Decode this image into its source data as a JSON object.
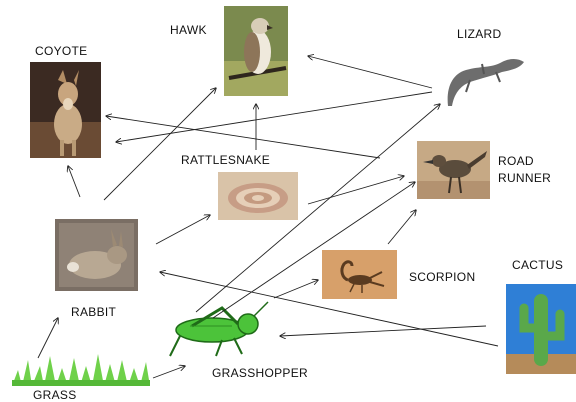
{
  "labels": {
    "coyote": "COYOTE",
    "hawk": "HAWK",
    "lizard": "LIZARD",
    "rattlesnake": "RATTLESNAKE",
    "road_runner_1": "ROAD",
    "road_runner_2": "RUNNER",
    "rabbit": "RABBIT",
    "scorpion": "SCORPION",
    "cactus": "CACTUS",
    "grasshopper": "GRASSHOPPER",
    "grass": "GRASS"
  },
  "colors": {
    "arrow": "#222222",
    "label": "#111111",
    "grass": "#6fd14a",
    "grasshopper": "#4cc33a",
    "cactus": "#5aa84a",
    "sky": "#2f7fd6",
    "sand": "#d79a52"
  },
  "food_web": [
    {
      "from": "grass",
      "to": "rabbit"
    },
    {
      "from": "grass",
      "to": "grasshopper"
    },
    {
      "from": "rabbit",
      "to": "coyote"
    },
    {
      "from": "rabbit",
      "to": "hawk"
    },
    {
      "from": "rabbit",
      "to": "rattlesnake"
    },
    {
      "from": "cactus",
      "to": "rabbit"
    },
    {
      "from": "cactus",
      "to": "grasshopper"
    },
    {
      "from": "grasshopper",
      "to": "scorpion"
    },
    {
      "from": "grasshopper",
      "to": "lizard"
    },
    {
      "from": "grasshopper",
      "to": "road_runner"
    },
    {
      "from": "scorpion",
      "to": "road_runner"
    },
    {
      "from": "rattlesnake",
      "to": "hawk"
    },
    {
      "from": "rattlesnake",
      "to": "road_runner"
    },
    {
      "from": "lizard",
      "to": "hawk"
    },
    {
      "from": "lizard",
      "to": "coyote"
    },
    {
      "from": "road_runner",
      "to": "coyote"
    }
  ]
}
